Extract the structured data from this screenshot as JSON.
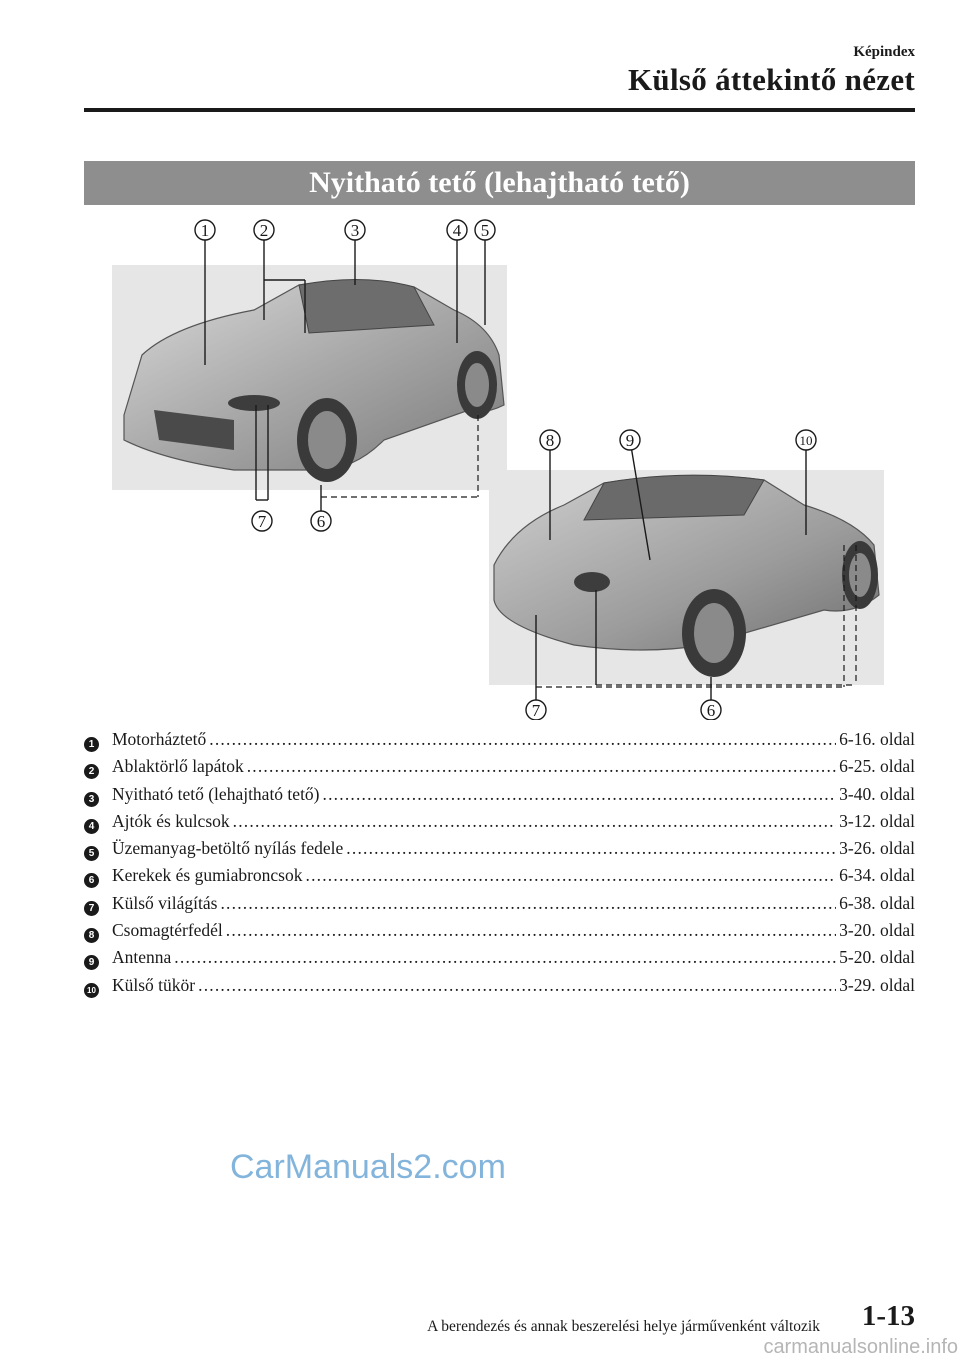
{
  "header": {
    "section": "Képindex",
    "title": "Külső áttekintő nézet"
  },
  "banner": {
    "title": "Nyitható tető (lehajtható tető)"
  },
  "callouts": [
    "1",
    "2",
    "3",
    "4",
    "5",
    "6",
    "7",
    "8",
    "9",
    "10"
  ],
  "legend": [
    {
      "num": "1",
      "label": "Motorháztető",
      "page": "6-16. oldal"
    },
    {
      "num": "2",
      "label": "Ablaktörlő lapátok",
      "page": "6-25. oldal"
    },
    {
      "num": "3",
      "label": "Nyitható tető (lehajtható tető)",
      "page": "3-40. oldal"
    },
    {
      "num": "4",
      "label": "Ajtók és kulcsok",
      "page": "3-12. oldal"
    },
    {
      "num": "5",
      "label": "Üzemanyag-betöltő nyílás fedele",
      "page": "3-26. oldal"
    },
    {
      "num": "6",
      "label": "Kerekek és gumiabroncsok",
      "page": "6-34. oldal"
    },
    {
      "num": "7",
      "label": "Külső világítás",
      "page": "6-38. oldal"
    },
    {
      "num": "8",
      "label": "Csomagtérfedél",
      "page": "3-20. oldal"
    },
    {
      "num": "9",
      "label": "Antenna",
      "page": "5-20. oldal"
    },
    {
      "num": "10",
      "label": "Külső tükör",
      "page": "3-29. oldal"
    }
  ],
  "watermark": "CarManuals2.com",
  "footer": {
    "note": "A berendezés és annak beszerelési helye járművenként változik",
    "page": "1-13"
  },
  "footer_watermark": "carmanualsonline.info"
}
